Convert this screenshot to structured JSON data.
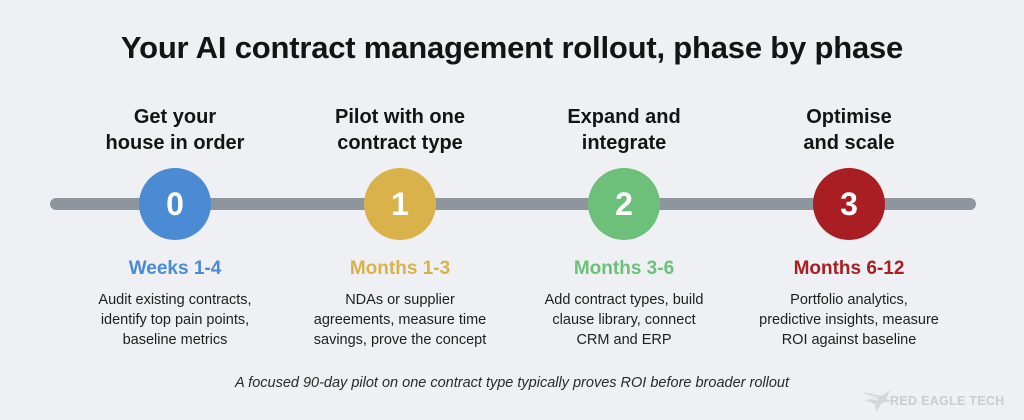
{
  "title": "Your AI contract management rollout, phase by phase",
  "phases": [
    {
      "number": "0",
      "heading": [
        "Get your",
        "house in order"
      ],
      "period": "Weeks 1-4",
      "description": [
        "Audit existing contracts,",
        "identify top pain points,",
        "baseline metrics"
      ],
      "color": "#4a8bd4"
    },
    {
      "number": "1",
      "heading": [
        "Pilot with one",
        "contract type"
      ],
      "period": "Months 1-3",
      "description": [
        "NDAs or supplier",
        "agreements, measure time",
        "savings, prove the concept"
      ],
      "color": "#d9b24c"
    },
    {
      "number": "2",
      "heading": [
        "Expand and",
        "integrate"
      ],
      "period": "Months 3-6",
      "description": [
        "Add contract types, build",
        "clause library, connect",
        "CRM and ERP"
      ],
      "color": "#6cc07a"
    },
    {
      "number": "3",
      "heading": [
        "Optimise",
        "and scale"
      ],
      "period": "Months 6-12",
      "description": [
        "Portfolio analytics,",
        "predictive insights, measure",
        "ROI against baseline"
      ],
      "color": "#a81e22"
    }
  ],
  "footnote": "A focused 90-day pilot on one contract type typically proves ROI before broader rollout",
  "brand": {
    "name": "RED EAGLE TECH",
    "icon": "eagle-logo-icon"
  },
  "colors": {
    "track": "#8f959c",
    "background": "#eef0f3"
  }
}
